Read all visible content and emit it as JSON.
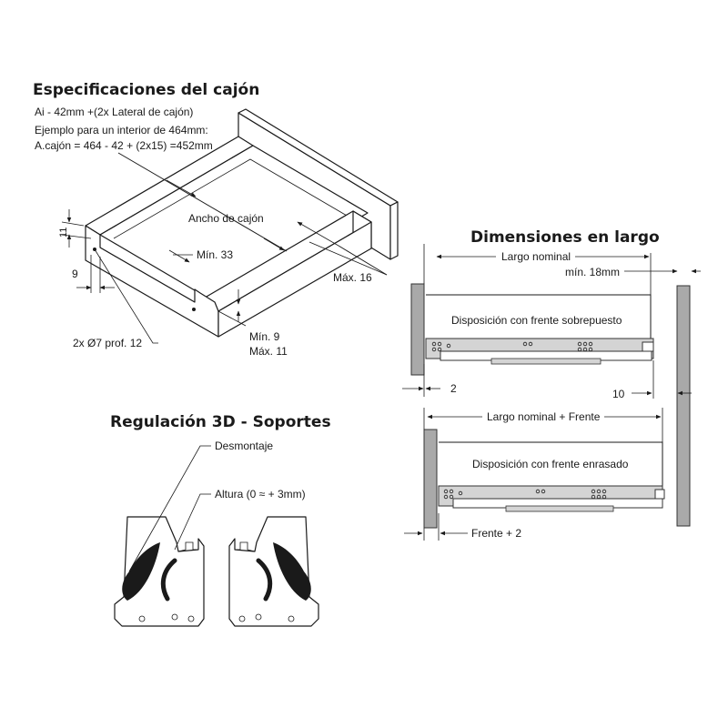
{
  "titles": {
    "specs": "Especificaciones del cajón",
    "length": "Dimensiones en largo",
    "reg3d": "Regulación 3D - Soportes"
  },
  "specs": {
    "line1": "Ai - 42mm +(2x Lateral de cajón)",
    "line2": "Ejemplo para un interior de 464mm:",
    "line3": "A.cajón = 464 - 42 + (2x15) =452mm",
    "ancho": "Ancho de cajón",
    "min33": "Mín. 33",
    "max16": "Máx. 16",
    "min9": "Mín. 9",
    "max11": "Máx. 11",
    "d11": "11",
    "d9": "9",
    "holes": "2x Ø7 prof. 12"
  },
  "length": {
    "largo_nominal": "Largo nominal",
    "min18": "mín. 18mm",
    "disp_sobre": "Disposición con frente sobrepuesto",
    "d2": "2",
    "d10": "10",
    "largo_frente": "Largo nominal + Frente",
    "disp_enras": "Disposición con frente enrasado",
    "frente2": "Frente + 2"
  },
  "reg": {
    "desmontaje": "Desmontaje",
    "altura": "Altura (0 ≈ + 3mm)"
  }
}
